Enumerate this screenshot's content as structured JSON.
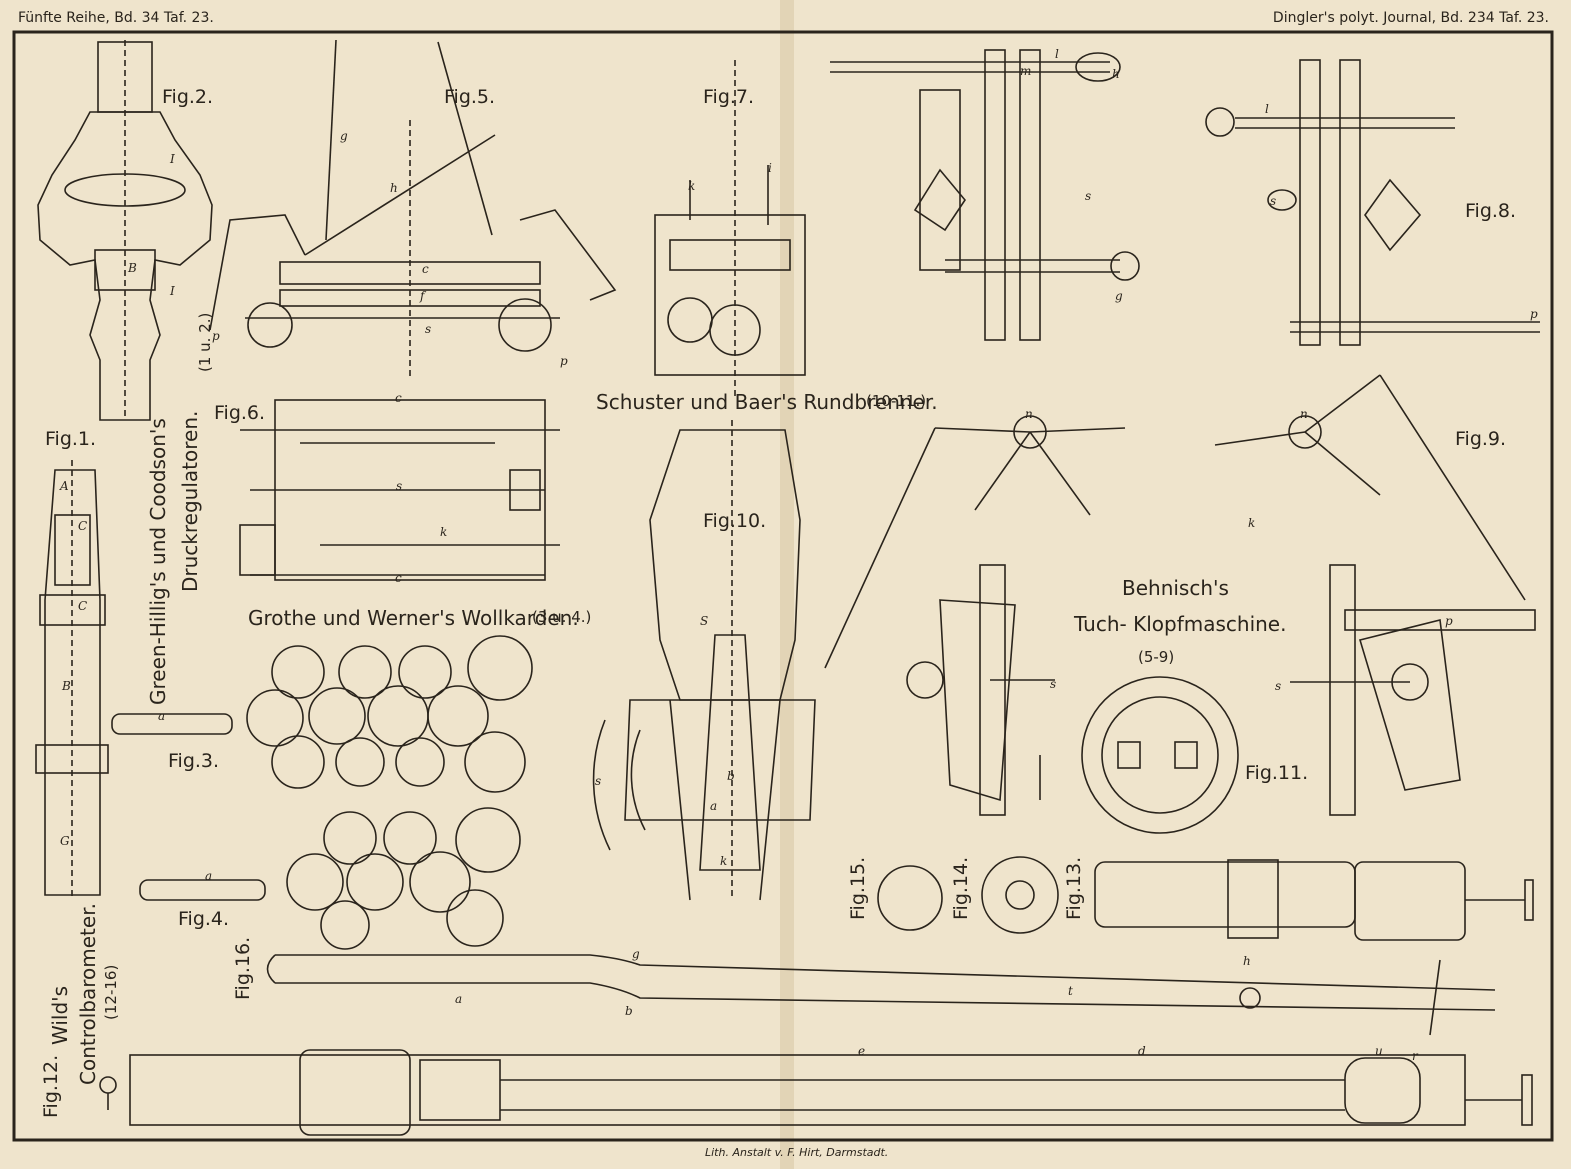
{
  "header": {
    "left": "Fünfte Reihe, Bd. 34 Taf. 23.",
    "right": "Dingler's polyt. Journal, Bd. 234 Taf. 23."
  },
  "figures": {
    "fig1": "Fig.1.",
    "fig2": "Fig.2.",
    "fig3": "Fig.3.",
    "fig4": "Fig.4.",
    "fig5": "Fig.5.",
    "fig6": "Fig.6.",
    "fig7": "Fig.7.",
    "fig8": "Fig.8.",
    "fig9": "Fig.9.",
    "fig10": "Fig.10.",
    "fig11": "Fig.11.",
    "fig12": "Fig.12.",
    "fig13": "Fig.13.",
    "fig14": "Fig.14.",
    "fig15": "Fig.15.",
    "fig16": "Fig.16."
  },
  "titles": {
    "green_hillig_1": "Green-Hillig's und Coodson's",
    "green_hillig_2": "Druckregulatoren.",
    "green_hillig_range": "(1 u. 2.)",
    "grothe": "Grothe und Werner's Wollkarden.",
    "grothe_range": "(3 u. 4.)",
    "schuster": "Schuster und Baer's Rundbrenner.",
    "schuster_range": "(10-11.)",
    "behnisch_1": "Behnisch's",
    "behnisch_2": "Tuch- Klopfmaschine.",
    "behnisch_range": "(5-9)",
    "wild_1": "Wild's",
    "wild_2": "Controlbarometer.",
    "wild_range": "(12-16)"
  },
  "imprint": "Lith. Anstalt v. F. Hirt, Darmstadt.",
  "colors": {
    "paper": "#efe4cc",
    "ink": "#2a241c",
    "fold": "#c9b998"
  }
}
